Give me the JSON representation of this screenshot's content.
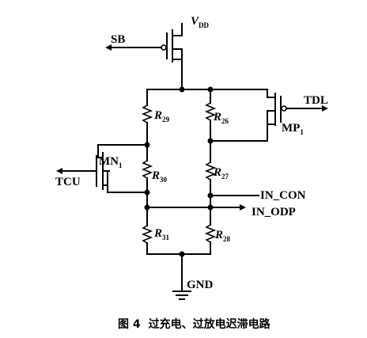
{
  "labels": {
    "vdd": {
      "main": "V",
      "sub": "DD"
    },
    "sb": "SB",
    "tdl": "TDL",
    "mp1": {
      "main": "MP",
      "sub": "1"
    },
    "mn1": {
      "main": "MN",
      "sub": "1"
    },
    "tcu": "TCU",
    "in_con": "IN_CON",
    "in_odp": "IN_ODP",
    "gnd": "GND",
    "r29": {
      "main": "R",
      "sub": "29"
    },
    "r26": {
      "main": "R",
      "sub": "26"
    },
    "r30": {
      "main": "R",
      "sub": "30"
    },
    "r27": {
      "main": "R",
      "sub": "27"
    },
    "r31": {
      "main": "R",
      "sub": "31"
    },
    "r28": {
      "main": "R",
      "sub": "28"
    }
  },
  "caption": {
    "figure": "图 4",
    "title": "过充电、过放电迟滞电路"
  }
}
